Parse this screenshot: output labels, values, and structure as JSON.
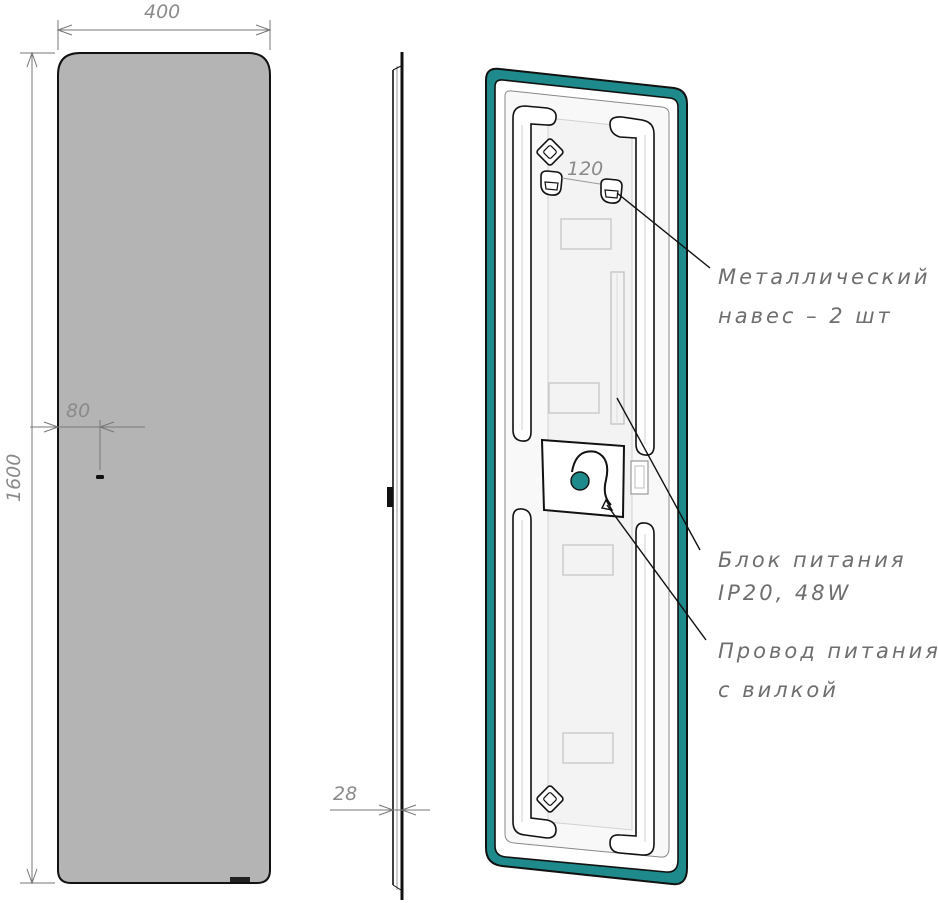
{
  "dimensions": {
    "width": "400",
    "height": "1600",
    "switch_offset": "80",
    "depth": "28",
    "hanger_spacing": "120"
  },
  "callouts": {
    "hangers": [
      "Металлический",
      "навес – 2 шт"
    ],
    "power_unit": [
      "Блок питания",
      "IP20, 48W"
    ],
    "power_cord": [
      "Провод питания",
      "с вилкой"
    ]
  },
  "colors": {
    "frame_accent": "#1f8a8c",
    "mirror_fill": "#b4b4b4",
    "outline": "#111111",
    "dimension_lines": "#777777"
  }
}
